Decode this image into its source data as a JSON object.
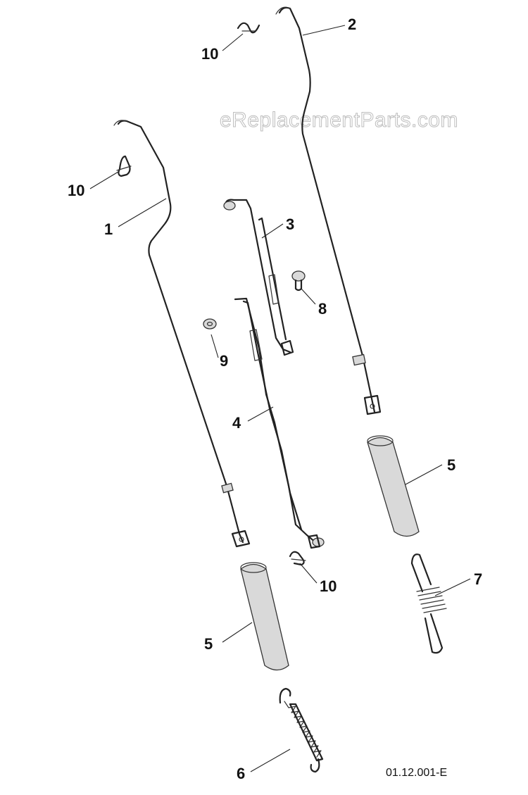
{
  "watermark": "eReplacementParts.com",
  "drawing_number": "01.12.001-E",
  "callouts": {
    "c1": "1",
    "c2": "2",
    "c3": "3",
    "c4": "4",
    "c5a": "5",
    "c5b": "5",
    "c6": "6",
    "c7": "7",
    "c8": "8",
    "c9": "9",
    "c10a": "10",
    "c10b": "10",
    "c10c": "10"
  }
}
